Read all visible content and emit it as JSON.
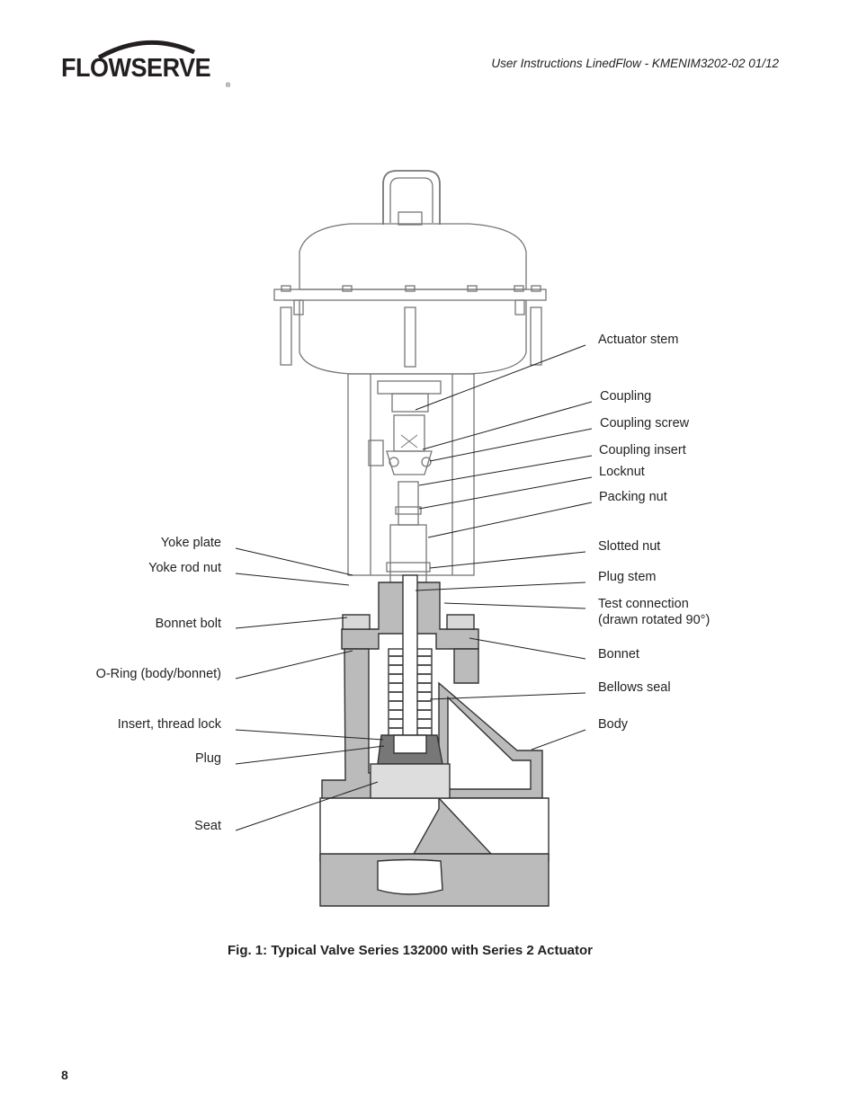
{
  "brand": {
    "name": "FLOWSERVE",
    "reg_mark": "®"
  },
  "header": {
    "text": "User Instructions LinedFlow - KMENIM3202-02 01/12"
  },
  "labels_right": [
    "Actuator stem",
    "Coupling",
    "Coupling screw",
    "Coupling insert",
    "Locknut",
    "Packing nut",
    "Slotted nut",
    "Plug stem",
    "Test connection",
    "(drawn rotated 90°)",
    "Bonnet",
    "Bellows seal",
    "Body"
  ],
  "labels_left": [
    "Yoke plate",
    "Yoke rod nut",
    "Bonnet bolt",
    "O-Ring (body/bonnet)",
    "Insert, thread lock",
    "Plug",
    "Seat"
  ],
  "caption": "Fig. 1: Typical Valve Series 132000 with Series 2 Actuator",
  "page_number": "8"
}
